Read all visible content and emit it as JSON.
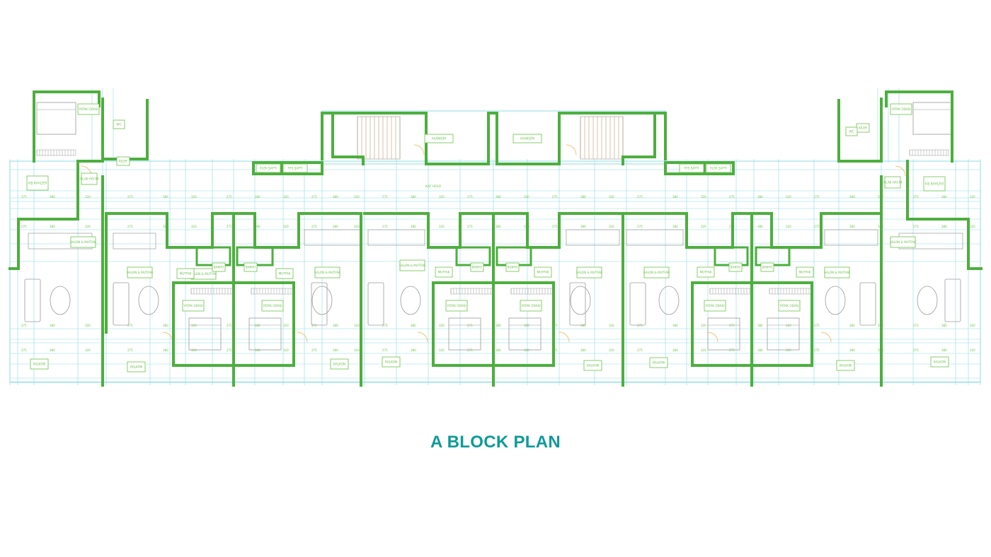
{
  "caption": "A BLOCK PLAN",
  "colors": {
    "wall": "#4caf3e",
    "guide": "#8fdbe3",
    "label": "#6cc24a",
    "caption": "#0e9a9a",
    "furniture": "#9a9a9a",
    "door": "#f0b24a"
  },
  "rooms": {
    "corridor": "KAT HOLÜ",
    "elevator_left": "ASANSÖR",
    "elevator_right": "ASANSÖR",
    "shaft_left": "ELEK.ŞAFTI",
    "shaft_right": "ELEK.ŞAFTI",
    "plumbing": "TES.ŞAFTI",
    "living": "SALON & MUTFAK",
    "bedroom": "YATAK ODASI",
    "bath": "BANYO",
    "wc": "WC",
    "balcony": "BALKON",
    "storage": "KİLER",
    "kitchen_side": "MUTFAK",
    "wet_room": "ISLAK HACİM",
    "sun_room": "KIŞ BAHÇESİ"
  }
}
